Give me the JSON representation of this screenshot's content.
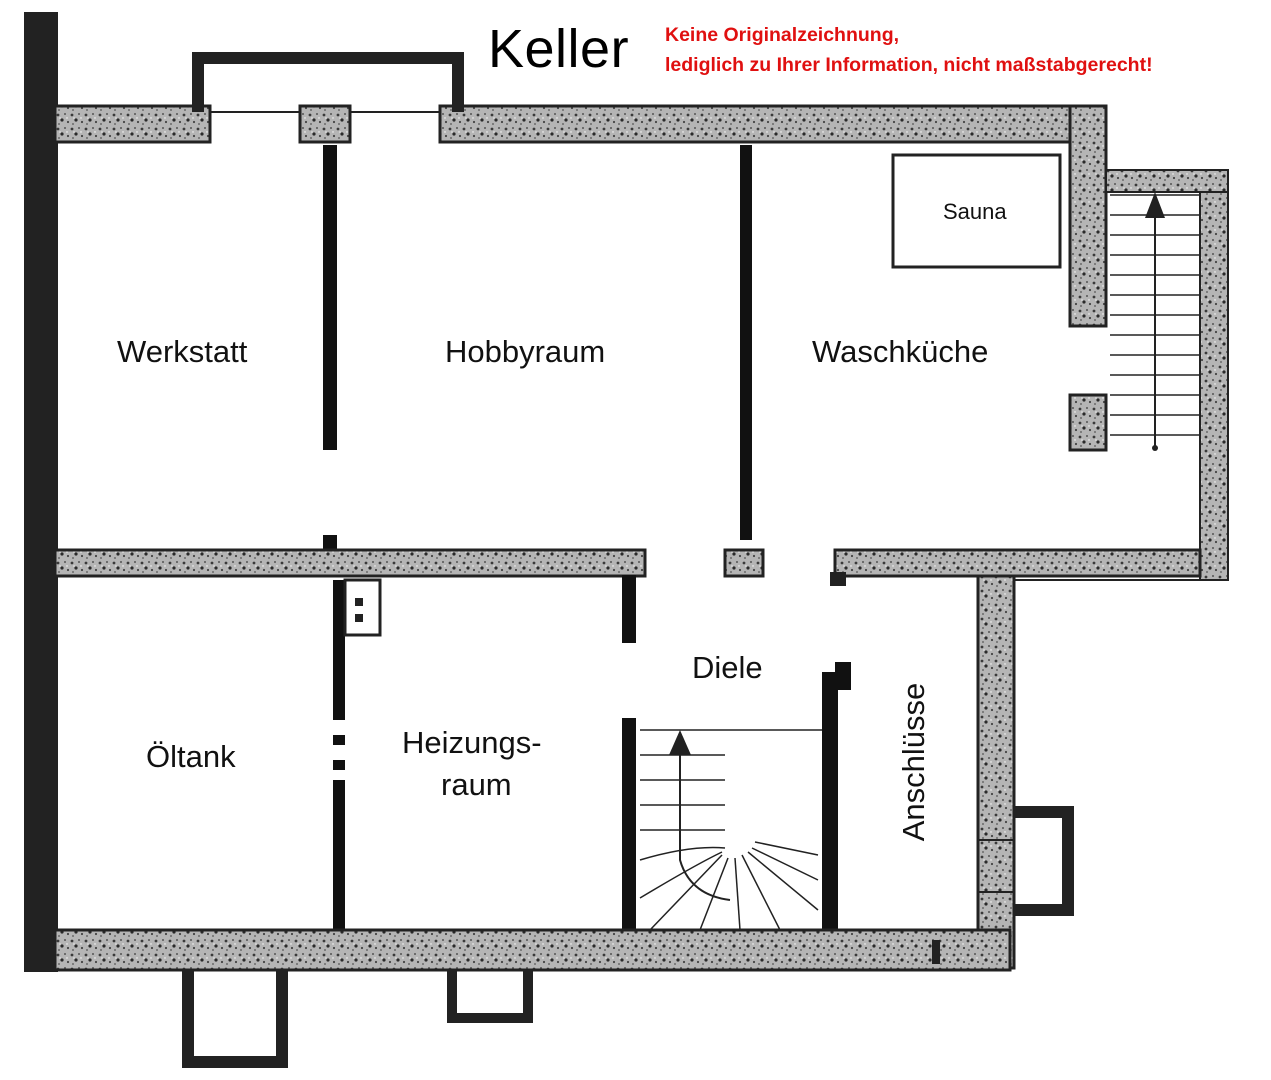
{
  "header": {
    "title": "Keller",
    "disclaimer_line1": "Keine Originalzeichnung,",
    "disclaimer_line2": "lediglich zu Ihrer Information, nicht maßstabgerecht!"
  },
  "rooms": {
    "werkstatt": "Werkstatt",
    "hobbyraum": "Hobbyraum",
    "waschkueche": "Waschküche",
    "sauna": "Sauna",
    "oeltank": "Öltank",
    "heizungsraum_line1": "Heizungs-",
    "heizungsraum_line2": "raum",
    "diele": "Diele",
    "anschluesse": "Anschlüsse"
  },
  "colors": {
    "wall": "#2a2a2a",
    "wall_speckle": "#8a8a8a",
    "disclaimer": "#e01010",
    "ink": "#111111"
  }
}
